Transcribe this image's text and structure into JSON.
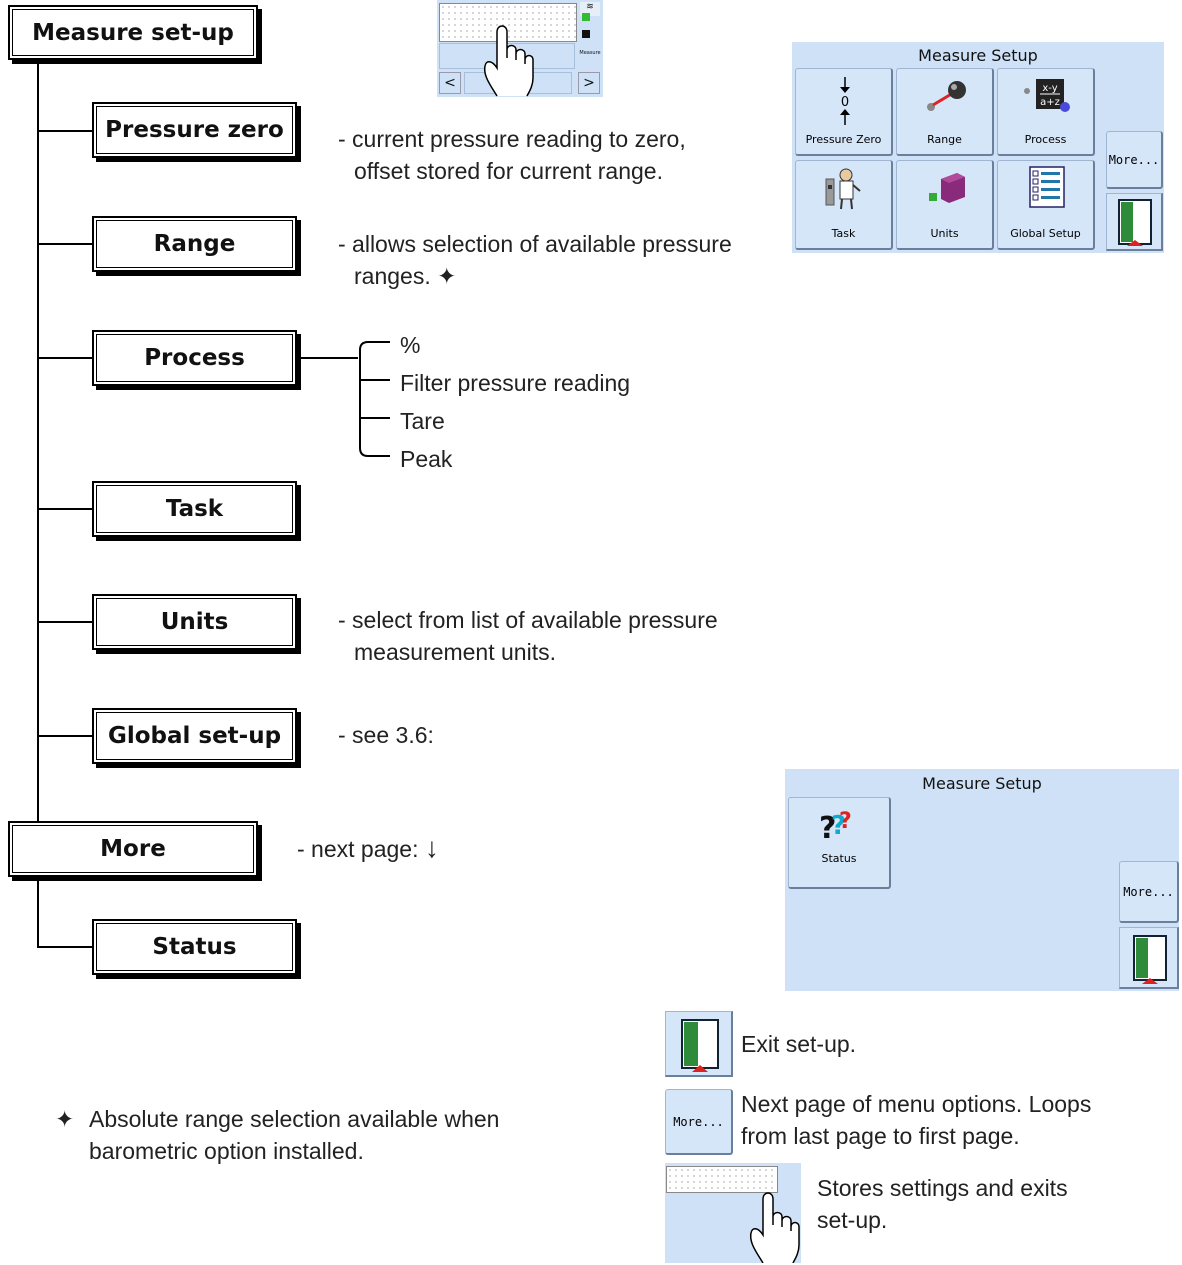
{
  "tree": {
    "root_label": "Measure set-up",
    "items": {
      "pressure_zero": "Pressure zero",
      "range": "Range",
      "process": "Process",
      "task": "Task",
      "units": "Units",
      "global_setup": "Global set-up",
      "more": "More",
      "status": "Status"
    }
  },
  "descriptions": {
    "pressure_zero": [
      "- current pressure reading to zero,",
      "offset stored for current range."
    ],
    "range": [
      "- allows selection of available pressure",
      "ranges."
    ],
    "range_symbol": "✦",
    "units": [
      "- select from list of available pressure",
      "measurement units."
    ],
    "global_setup": "- see 3.6:",
    "more": "- next page:",
    "more_arrow": "↓"
  },
  "process_options": [
    "%",
    "Filter pressure reading",
    "Tare",
    "Peak"
  ],
  "screen1": {
    "title": "Measure Setup",
    "buttons": [
      "Pressure Zero",
      "Range",
      "Process",
      "Task",
      "Units",
      "Global Setup"
    ],
    "more_label": "More...",
    "process_icon_text": [
      "x-y",
      "a+z"
    ],
    "zero_icon_text": "0"
  },
  "screen2": {
    "title": "Measure Setup",
    "buttons": [
      "Status"
    ],
    "more_label": "More..."
  },
  "top_mini_screen": {
    "side_label": "Measure",
    "left_arrow": "<",
    "right_arrow": ">"
  },
  "legend": {
    "exit": "Exit set-up.",
    "more_icon_label": "More...",
    "more": [
      "Next page of menu options. Loops",
      "from last page to first page."
    ],
    "store": [
      "Stores settings and exits",
      "set-up."
    ]
  },
  "footnote": {
    "symbol": "✦",
    "text": [
      "Absolute range selection available when",
      "barometric option installed."
    ]
  },
  "colors": {
    "panel": "#cfe1f7",
    "door_green": "#2e8b3a",
    "arrow_red": "#d22"
  }
}
